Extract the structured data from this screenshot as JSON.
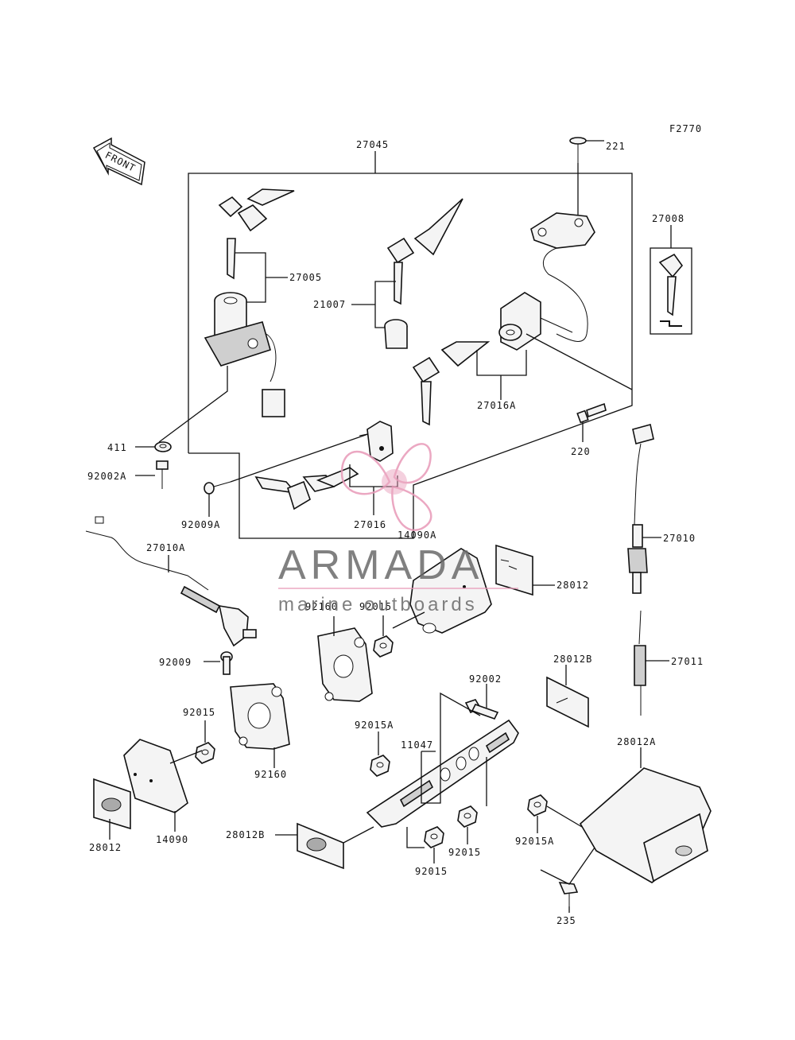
{
  "figure_code": "F2770",
  "front_label": "FRONT",
  "watermark": {
    "brand": "ARMADA",
    "tagline": "marine outboards",
    "accent": "#e89ab8"
  },
  "labels": {
    "l27045": "27045",
    "l221": "221",
    "l27008": "27008",
    "l27005": "27005",
    "l21007": "21007",
    "l27016A": "27016A",
    "l411": "411",
    "l92002A": "92002A",
    "l220": "220",
    "l92009A": "92009A",
    "l27016": "27016",
    "l14090A": "14090A",
    "l27010": "27010",
    "l27010A": "27010A",
    "l28012_top": "28012",
    "l92160_top": "92160",
    "l92015_top": "92015",
    "l92009": "92009",
    "l28012B_right": "28012B",
    "l27011": "27011",
    "l92002": "92002",
    "l92015_left": "92015",
    "l92015A_mid": "92015A",
    "l11047": "11047",
    "l92160_low": "92160",
    "l28012A": "28012A",
    "l28012_low": "28012",
    "l14090": "14090",
    "l28012B_low": "28012B",
    "l92015_mid": "92015",
    "l92015_bottom": "92015",
    "l92015A_right": "92015A",
    "l235": "235"
  }
}
